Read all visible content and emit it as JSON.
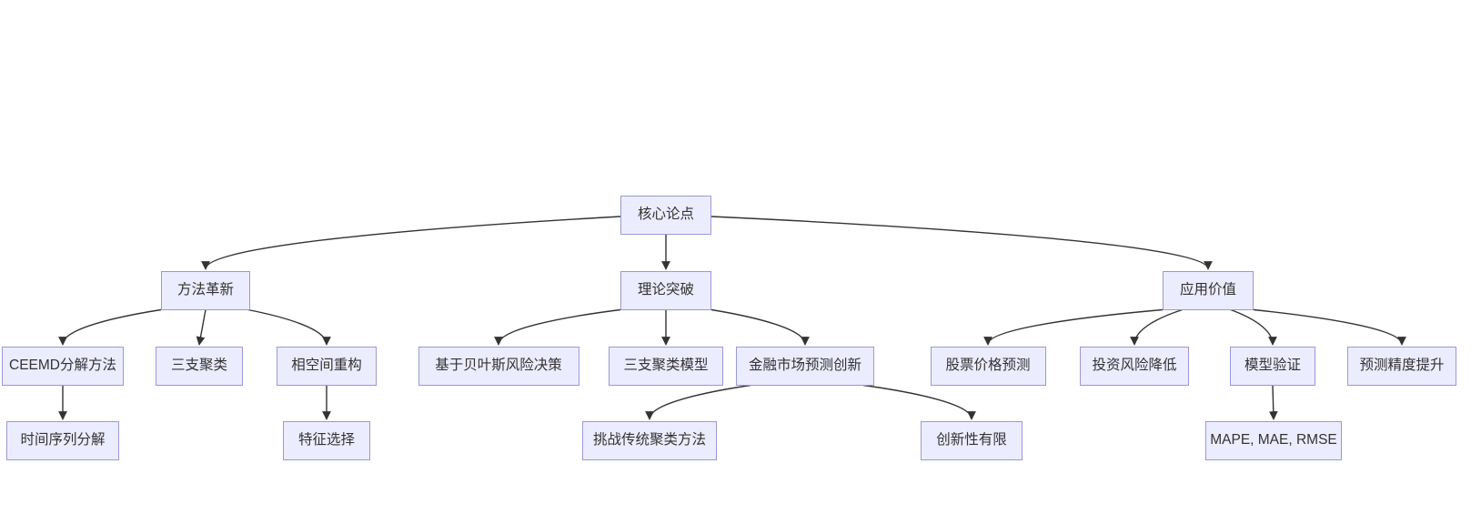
{
  "diagram": {
    "type": "flowchart-tree",
    "background_color": "#ffffff",
    "node_fill_color": "#ECECFF",
    "node_border_color": "#9999d6",
    "edge_color": "#333333",
    "text_color": "#333333",
    "nodes": [
      {
        "id": "core-thesis",
        "label": "核心论点",
        "level": 1
      },
      {
        "id": "method-innovation",
        "label": "方法革新",
        "level": 2
      },
      {
        "id": "theory-breakthrough",
        "label": "理论突破",
        "level": 2
      },
      {
        "id": "application-value",
        "label": "应用价值",
        "level": 2
      },
      {
        "id": "ceemd-decomposition",
        "label": "CEEMD分解方法",
        "level": 3
      },
      {
        "id": "three-way-clustering",
        "label": "三支聚类",
        "level": 3
      },
      {
        "id": "phase-space-recon",
        "label": "相空间重构",
        "level": 3
      },
      {
        "id": "bayes-risk-decision",
        "label": "基于贝叶斯风险决策",
        "level": 3
      },
      {
        "id": "three-way-model",
        "label": "三支聚类模型",
        "level": 3
      },
      {
        "id": "financial-innovation",
        "label": "金融市场预测创新",
        "level": 3
      },
      {
        "id": "stock-prediction",
        "label": "股票价格预测",
        "level": 3
      },
      {
        "id": "risk-reduction",
        "label": "投资风险降低",
        "level": 3
      },
      {
        "id": "model-validation",
        "label": "模型验证",
        "level": 3
      },
      {
        "id": "accuracy-improvement",
        "label": "预测精度提升",
        "level": 3
      },
      {
        "id": "time-series-decomp",
        "label": "时间序列分解",
        "level": 4
      },
      {
        "id": "feature-selection",
        "label": "特征选择",
        "level": 4
      },
      {
        "id": "challenge-traditional",
        "label": "挑战传统聚类方法",
        "level": 4
      },
      {
        "id": "limited-novelty",
        "label": "创新性有限",
        "level": 4
      },
      {
        "id": "error-metrics",
        "label": "MAPE, MAE, RMSE",
        "level": 4
      }
    ],
    "edges": [
      {
        "from": "core-thesis",
        "to": "method-innovation"
      },
      {
        "from": "core-thesis",
        "to": "theory-breakthrough"
      },
      {
        "from": "core-thesis",
        "to": "application-value"
      },
      {
        "from": "method-innovation",
        "to": "ceemd-decomposition"
      },
      {
        "from": "method-innovation",
        "to": "three-way-clustering"
      },
      {
        "from": "method-innovation",
        "to": "phase-space-recon"
      },
      {
        "from": "theory-breakthrough",
        "to": "bayes-risk-decision"
      },
      {
        "from": "theory-breakthrough",
        "to": "three-way-model"
      },
      {
        "from": "theory-breakthrough",
        "to": "financial-innovation"
      },
      {
        "from": "application-value",
        "to": "stock-prediction"
      },
      {
        "from": "application-value",
        "to": "risk-reduction"
      },
      {
        "from": "application-value",
        "to": "model-validation"
      },
      {
        "from": "application-value",
        "to": "accuracy-improvement"
      },
      {
        "from": "ceemd-decomposition",
        "to": "time-series-decomp"
      },
      {
        "from": "phase-space-recon",
        "to": "feature-selection"
      },
      {
        "from": "financial-innovation",
        "to": "challenge-traditional"
      },
      {
        "from": "financial-innovation",
        "to": "limited-novelty"
      },
      {
        "from": "model-validation",
        "to": "error-metrics"
      }
    ]
  }
}
